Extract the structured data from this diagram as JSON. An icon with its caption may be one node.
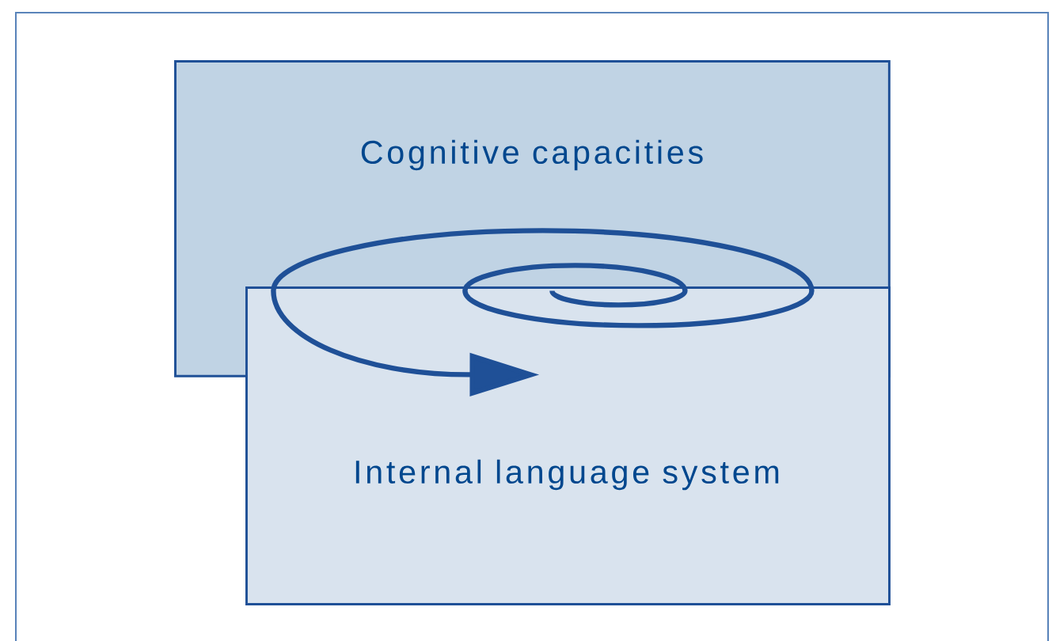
{
  "diagram": {
    "nodes": [
      {
        "text": [
          "Cognitive capacities"
        ]
      },
      {
        "text": [
          "Internal language system"
        ]
      }
    ],
    "edges": [
      {
        "from": 0,
        "to": 1,
        "arrow": "to"
      }
    ]
  }
}
